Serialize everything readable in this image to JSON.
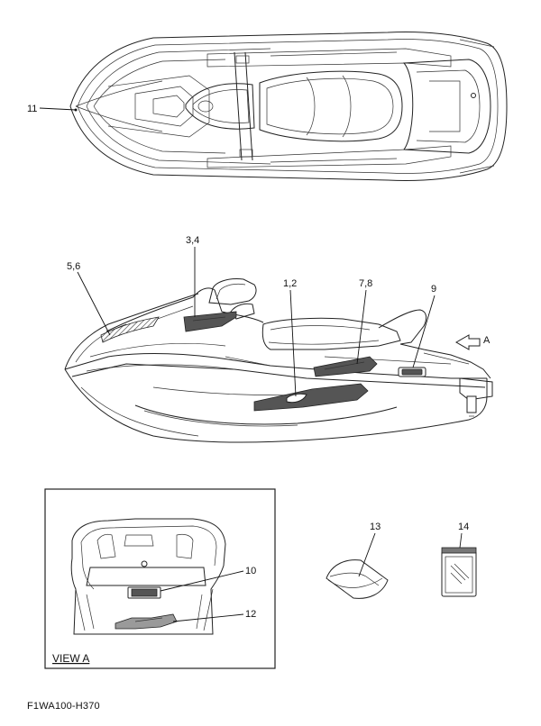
{
  "callouts": {
    "c11": "11",
    "c34": "3,4",
    "c56": "5,6",
    "c12": "1,2",
    "c78": "7,8",
    "c9": "9",
    "cA": "A",
    "c10": "10",
    "c12b": "12",
    "c13": "13",
    "c14": "14"
  },
  "view_label": "VIEW A",
  "footer_code": "F1WA100-H370"
}
